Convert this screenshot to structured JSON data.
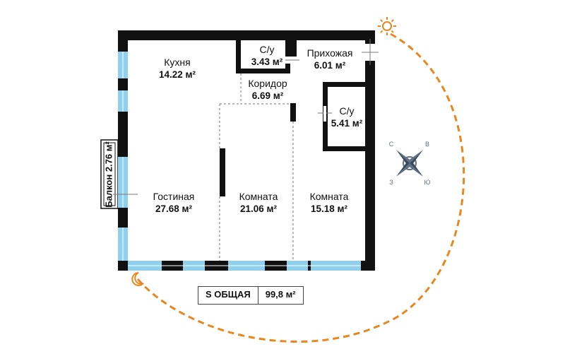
{
  "rooms": [
    {
      "id": "kitchen",
      "name": "Кухня",
      "area": "14.22 м²"
    },
    {
      "id": "wc1",
      "name": "С/у",
      "area": "3.43 м²"
    },
    {
      "id": "hall",
      "name": "Прихожая",
      "area": "6.01 м²"
    },
    {
      "id": "corridor",
      "name": "Коридор",
      "area": "6.69 м²"
    },
    {
      "id": "wc2",
      "name": "С/у",
      "area": "5.41 м²"
    },
    {
      "id": "living",
      "name": "Гостиная",
      "area": "27.68 м²"
    },
    {
      "id": "room1",
      "name": "Комната",
      "area": "21.06 м²"
    },
    {
      "id": "room2",
      "name": "Комната",
      "area": "15.18 м²"
    }
  ],
  "balcony": {
    "label": "Балкон 2.76 м²"
  },
  "total": {
    "label": "S ОБЩАЯ",
    "value": "99,8 м²"
  },
  "compass": {
    "n": "С",
    "e": "В",
    "w": "З",
    "s": "Ю"
  },
  "colors": {
    "wall": "#111111",
    "window": "#8fd0ef",
    "sun_path": "#e8871e",
    "compass": "#607086"
  },
  "icons": [
    "sun-icon",
    "moon-icon",
    "compass-rose-icon"
  ]
}
